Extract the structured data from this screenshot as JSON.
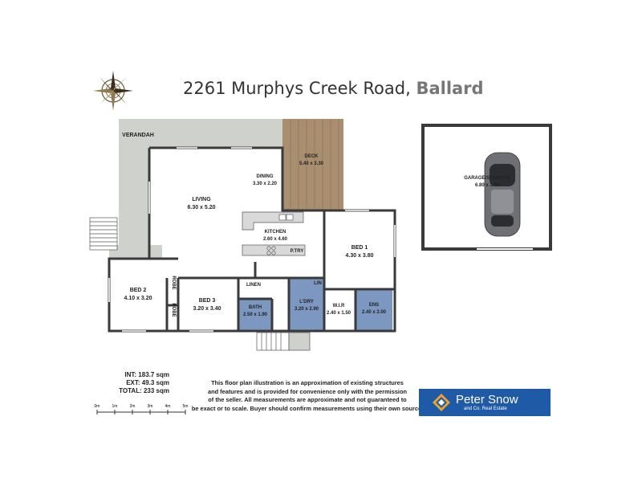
{
  "title": {
    "street": "2261 Murphys Creek Road,",
    "town": "Ballard"
  },
  "rooms": {
    "verandah": {
      "name": "VERANDAH"
    },
    "deck": {
      "name": "DECK",
      "size": "5.40 x 3.30"
    },
    "dining": {
      "name": "DINING",
      "size": "3.30 x 2.20"
    },
    "living": {
      "name": "LIVING",
      "size": "6.30 x 5.20"
    },
    "kitchen": {
      "name": "KITCHEN",
      "size": "2.60 x 4.60"
    },
    "bed1": {
      "name": "BED 1",
      "size": "4.30 x 3.80"
    },
    "bed2": {
      "name": "BED 2",
      "size": "4.10 x 3.20"
    },
    "bed3": {
      "name": "BED 3",
      "size": "3.20 x 3.40"
    },
    "bath": {
      "name": "BATH",
      "size": "2.50 x 1.90"
    },
    "ldry": {
      "name": "L'DRY",
      "size": "3.20 x 2.90"
    },
    "wir": {
      "name": "W.I.R",
      "size": "2.40 x 1.50"
    },
    "ens": {
      "name": "ENS",
      "size": "2.40 x 2.00"
    },
    "garage": {
      "name": "GARAGE/STORAGE",
      "size": "6.80 x 3.00"
    },
    "linen": {
      "name": "LINEN"
    },
    "lin": {
      "name": "LIN"
    },
    "ptry": {
      "name": "P.TRY"
    },
    "robe1": {
      "name": "ROBE"
    },
    "robe2": {
      "name": "ROBE"
    }
  },
  "areas": {
    "int": "INT: 183.7 sqm",
    "ext": "EXT: 49.3 sqm",
    "total": "TOTAL: 233 sqm"
  },
  "disclaimer": {
    "line1": "This floor plan illustration is an approximation of existing structures",
    "line2": "and features and is provided for convenience only with the permission",
    "line3": "of the seller. All measurements are approximate and not guaranteed to",
    "line4": "be exact or to scale. Buyer should confirm measurements using their own source."
  },
  "scale_bar": {
    "ticks": [
      "0m",
      "1m",
      "2m",
      "3m",
      "4m",
      "5m"
    ]
  },
  "logo": {
    "name": "Peter Snow",
    "sub": "and Co. Real Estate"
  },
  "colors": {
    "verandah": "#cfd1cd",
    "deck": "#a98e6f",
    "wet": "#7c97c0",
    "wall": "#3a3a3a",
    "logo_bg": "#1f5aa6"
  },
  "icons": {
    "compass": "compass-rose-icon",
    "car": "car-icon",
    "logo": "logo-mark-icon"
  }
}
